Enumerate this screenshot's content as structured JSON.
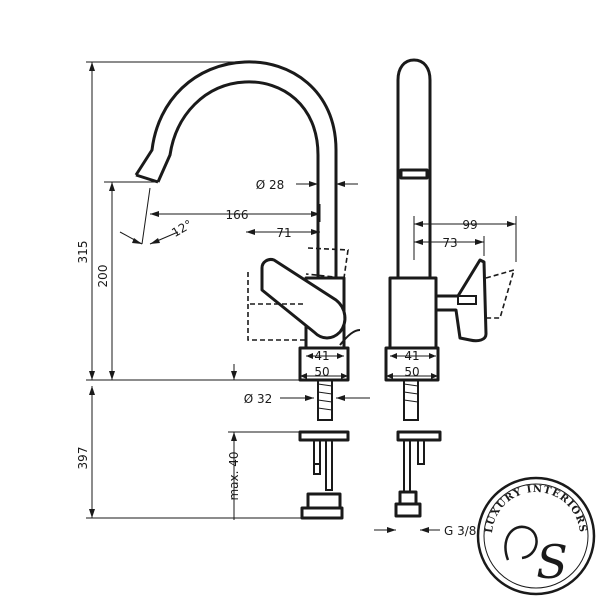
{
  "dimensions": {
    "height_total": "315",
    "height_spout": "200",
    "below_deck": "397",
    "thickness_max": "max. 40",
    "spout_reach": "166",
    "handle_reach": "71",
    "spout_angle": "12°",
    "spout_diameter": "Ø 28",
    "body_inner": "41",
    "body_outer": "50",
    "side_body_inner": "41",
    "side_body_outer": "50",
    "hole_diameter": "Ø 32",
    "side_depth": "99",
    "side_handle": "73",
    "connection": "G 3/8"
  },
  "logo": {
    "text": "LUXURY INTERIORS",
    "monogram": "S"
  }
}
